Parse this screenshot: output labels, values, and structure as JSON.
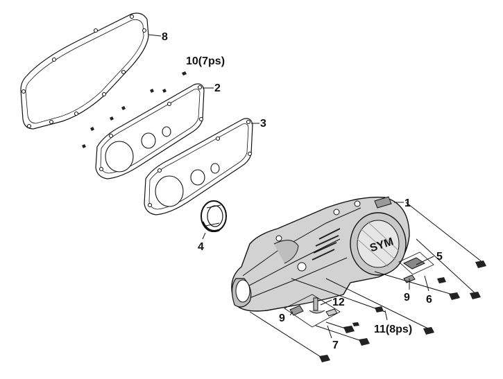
{
  "labels": {
    "p1": "1",
    "p2": "2",
    "p3": "3",
    "p4": "4",
    "p5": "5",
    "p6": "6",
    "p7": "7",
    "p8": "8",
    "p9a": "9",
    "p9b": "9",
    "p10": "10(7ps)",
    "p11": "11(8ps)",
    "p12": "12"
  },
  "badge": {
    "text": "SYM"
  }
}
